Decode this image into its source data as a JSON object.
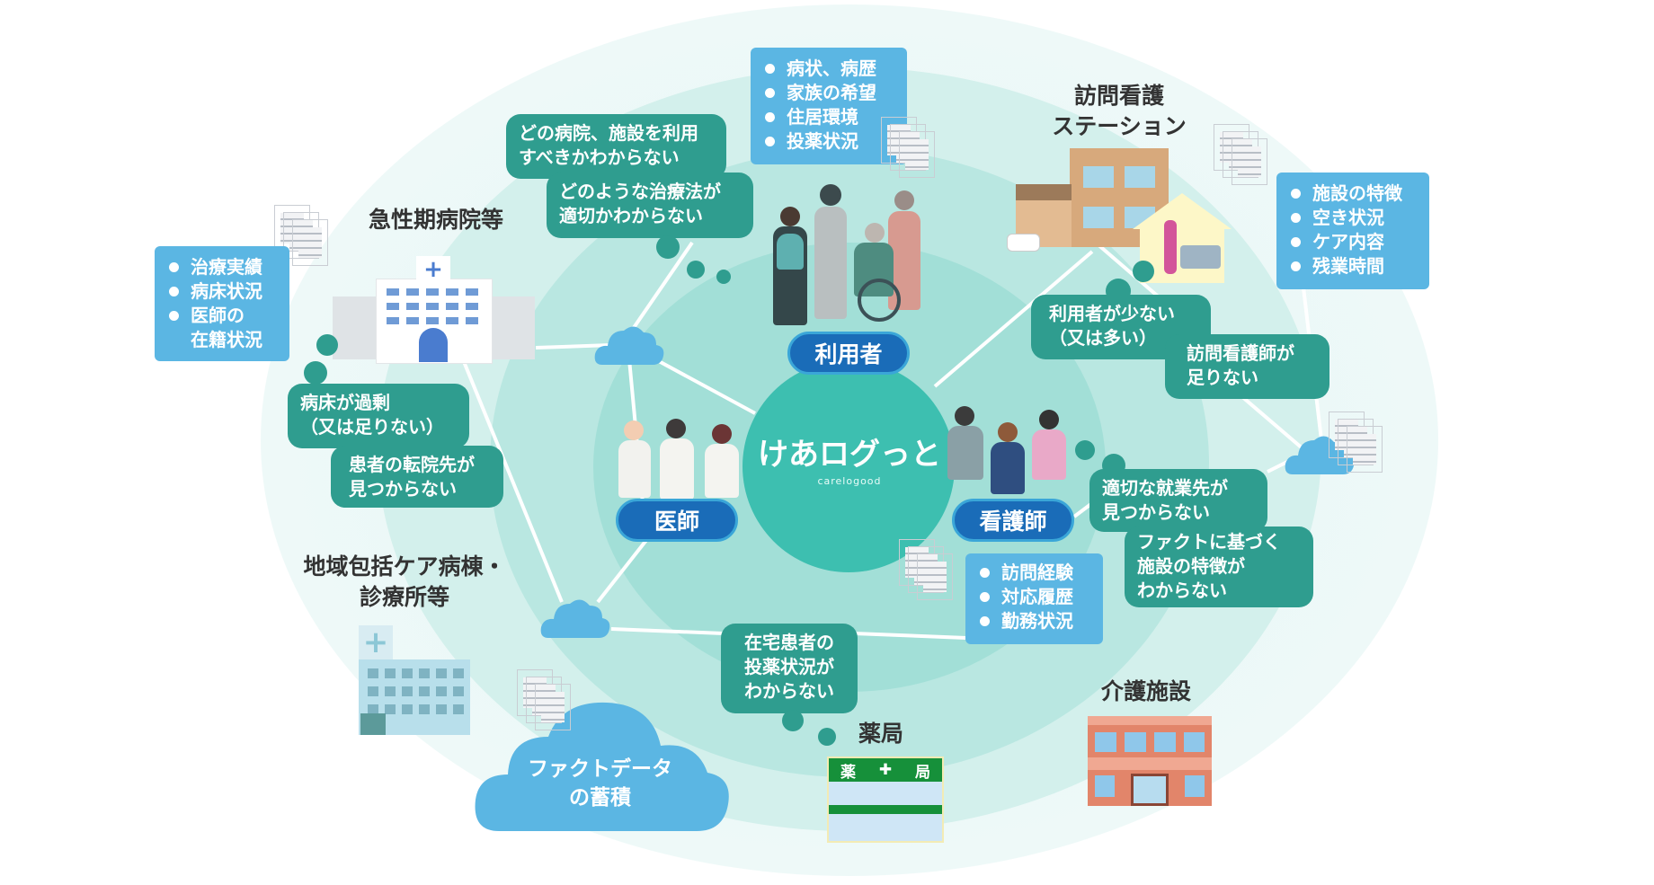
{
  "center": {
    "logo_text": "けあログっと",
    "logo_sub": "carelogood"
  },
  "roles": {
    "patient": "利用者",
    "doctor": "医師",
    "nurse": "看護師"
  },
  "facilities": {
    "acute_hospital": "急性期病院等",
    "visiting_nurse_station": "訪問看護\nステーション",
    "community_care": "地域包括ケア病棟・\n診療所等",
    "pharmacy": "薬局",
    "pharmacy_sign_left": "薬",
    "pharmacy_sign_right": "局",
    "care_facility": "介護施設",
    "fact_data": "ファクトデータ\nの蓄積"
  },
  "info_boxes": {
    "patient": [
      "病状、病歴",
      "家族の希望",
      "住居環境",
      "投薬状況"
    ],
    "hospital": [
      "治療実績",
      "病床状況",
      "医師の\n在籍状況"
    ],
    "station": [
      "施設の特徴",
      "空き状況",
      "ケア内容",
      "残業時間"
    ],
    "nurse": [
      "訪問経験",
      "対応履歴",
      "勤務状況"
    ]
  },
  "bubbles": {
    "which_hospital": "どの病院、施設を利用\nすべきかわからない",
    "which_treatment": "どのような治療法が\n適切かわからない",
    "beds_excess": "病床が過剰\n（又は足りない）",
    "no_transfer": "患者の転院先が\n見つからない",
    "few_users": "利用者が少ない\n（又は多い）",
    "few_nurses": "訪問看護師が\n足りない",
    "no_job": "適切な就業先が\n見つからない",
    "no_facts": "ファクトに基づく\n施設の特徴が\nわからない",
    "medication": "在宅患者の\n投薬状況が\nわからない"
  },
  "colors": {
    "bubble": "#2f9d8f",
    "infobox": "#5bb6e3",
    "pill": "#1a6cb8",
    "center": "#3dbfb0"
  }
}
